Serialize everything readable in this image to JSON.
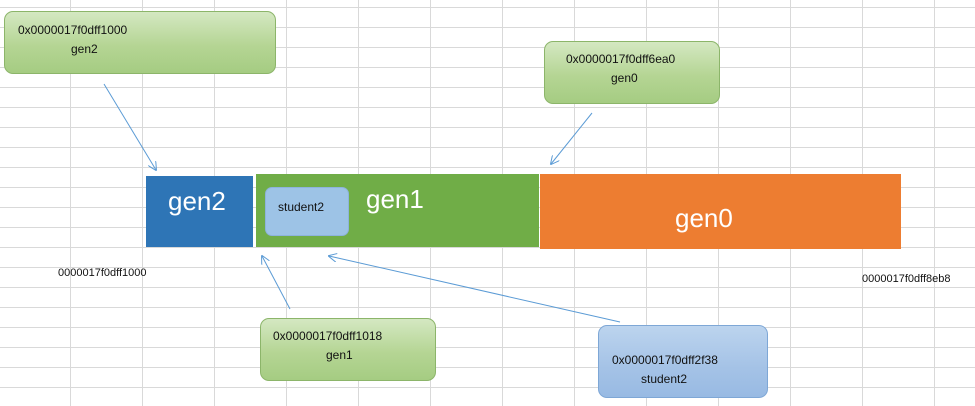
{
  "memory_bar": {
    "segments": [
      {
        "id": "gen2",
        "label": "gen2",
        "color": "#2e75b6"
      },
      {
        "id": "gen1",
        "label": "gen1",
        "color": "#70ad47"
      },
      {
        "id": "gen0",
        "label": "gen0",
        "color": "#ed7d31"
      }
    ],
    "inner_object": {
      "label": "student2",
      "color": "#9dc3e6"
    }
  },
  "address_labels": {
    "start": "0000017f0dff1000",
    "end": "0000017f0dff8eb8"
  },
  "callouts": {
    "gen2": {
      "address": "0x0000017f0dff1000",
      "name": "gen2",
      "color": "#a9d18e"
    },
    "gen0": {
      "address": "0x0000017f0dff6ea0",
      "name": "gen0",
      "color": "#a9d18e"
    },
    "gen1": {
      "address": "0x0000017f0dff1018",
      "name": "gen1",
      "color": "#a9d18e"
    },
    "student2": {
      "address": "0x0000017f0dff2f38",
      "name": "student2",
      "color": "#9dc3e6"
    }
  },
  "arrow_color": "#5b9bd5"
}
